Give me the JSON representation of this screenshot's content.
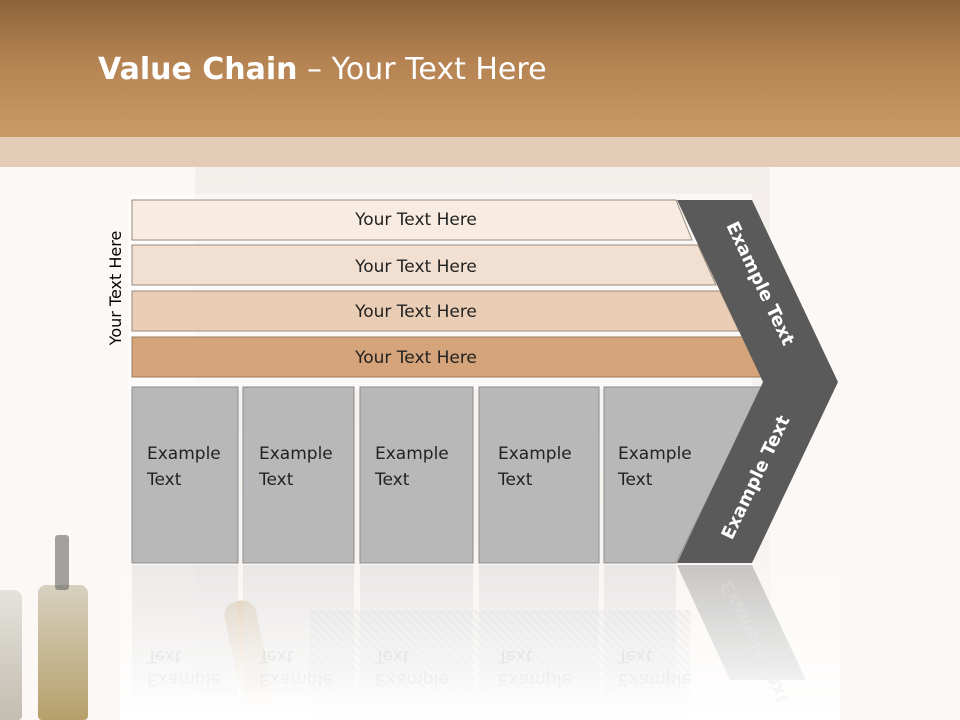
{
  "slide": {
    "title_bold": "Value Chain",
    "title_rest": " – Your Text Here"
  },
  "side_label": "Your Text Here",
  "support_rows": [
    {
      "label": "Your Text Here",
      "color": "#f8ece2"
    },
    {
      "label": "Your Text Here",
      "color": "#f1e0d1"
    },
    {
      "label": "Your Text Here",
      "color": "#e9ceb5"
    },
    {
      "label": "Your Text Here",
      "color": "#d6a47b"
    }
  ],
  "primary_boxes": [
    {
      "line1": "Example",
      "line2": "Text"
    },
    {
      "line1": "Example",
      "line2": "Text"
    },
    {
      "line1": "Example",
      "line2": "Text"
    },
    {
      "line1": "Example",
      "line2": "Text"
    },
    {
      "line1": "Example",
      "line2": "Text"
    }
  ],
  "chevron_top_label": "Example Text",
  "chevron_bottom_label": "Example Text",
  "colors": {
    "box_fill": "#b8b8b8",
    "box_stroke": "#8c8c8c",
    "chevron_fill": "#5a5a5a",
    "header": "#b58352"
  }
}
